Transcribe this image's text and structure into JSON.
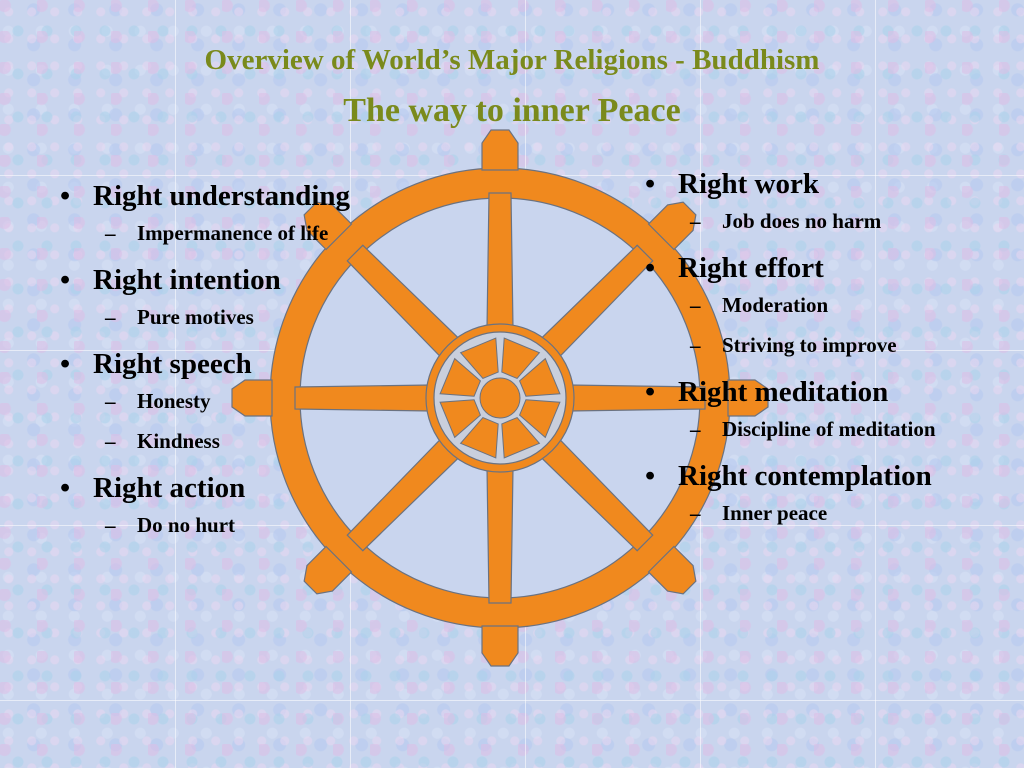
{
  "slide": {
    "title_line1": "Overview of World’s Major Religions - Buddhism",
    "title_line2": "The way to inner Peace"
  },
  "left_column": [
    {
      "label": "Right understanding",
      "subs": [
        "Impermanence of life"
      ]
    },
    {
      "label": "Right intention",
      "subs": [
        "Pure motives"
      ]
    },
    {
      "label": "Right speech",
      "subs": [
        "Honesty",
        "Kindness"
      ]
    },
    {
      "label": "Right action",
      "subs": [
        "Do no hurt"
      ]
    }
  ],
  "right_column": [
    {
      "label": "Right work",
      "subs": [
        "Job does no harm"
      ]
    },
    {
      "label": "Right effort",
      "subs": [
        "Moderation",
        "Striving to improve"
      ]
    },
    {
      "label": "Right meditation",
      "subs": [
        "Discipline of meditation"
      ]
    },
    {
      "label": "Right contemplation",
      "subs": [
        "Inner peace"
      ]
    }
  ],
  "colors": {
    "title": "#7a8a1c",
    "wheel": "#f0891e",
    "wheel_outline": "#6b7280",
    "background": "#c9d5ee"
  },
  "icons": {
    "wheel": "dharma-wheel-icon"
  }
}
